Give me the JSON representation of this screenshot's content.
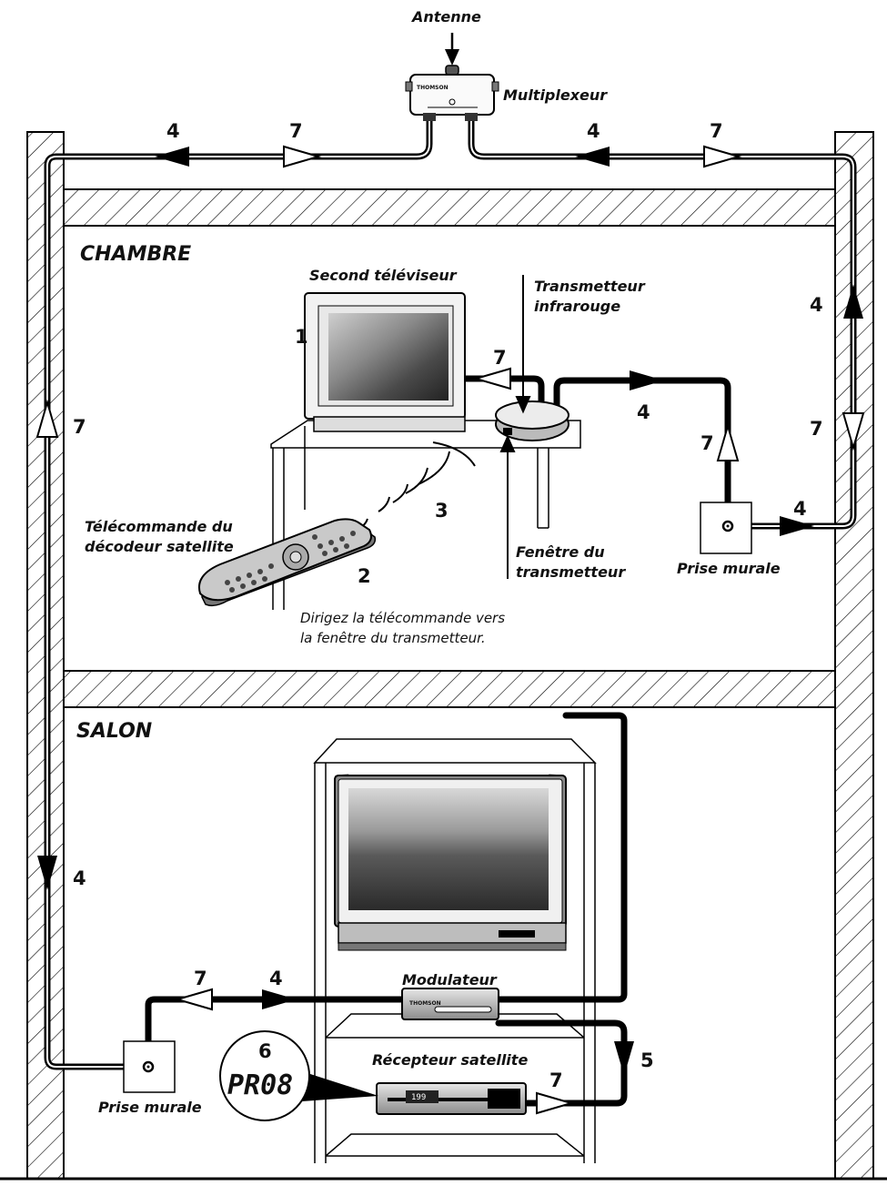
{
  "labels": {
    "antenna": "Antenne",
    "multiplexer": "Multiplexeur",
    "bedroom": "CHAMBRE",
    "living_room": "SALON",
    "second_tv": "Second téléviseur",
    "ir_transmitter_line1": "Transmetteur",
    "ir_transmitter_line2": "infrarouge",
    "remote_line1": "Télécommande du",
    "remote_line2": "décodeur satellite",
    "window_line1": "Fenêtre du",
    "window_line2": "transmetteur",
    "wall_socket_bedroom": "Prise murale",
    "wall_socket_living": "Prise murale",
    "instruction_line1": "Dirigez la télécommande vers",
    "instruction_line2": "la fenêtre du transmetteur.",
    "modulator": "Modulateur",
    "satellite_receiver": "Récepteur satellite"
  },
  "device_text": {
    "multiplexer_brand": "THOMSON",
    "modulator_brand": "THOMSON",
    "display_readout": "PR08",
    "receiver_lcd": "199"
  },
  "numbers": {
    "top_left_4": "4",
    "top_left_7": "7",
    "top_right_4": "4",
    "top_right_7": "7",
    "right_wall_4": "4",
    "right_wall_7": "7",
    "tv_1": "1",
    "remote_2": "2",
    "signal_3": "3",
    "transmitter_7": "7",
    "transmitter_4": "4",
    "socket_riser_7": "7",
    "socket_out_4": "4",
    "left_wall_7": "7",
    "left_wall_4": "4",
    "salon_7": "7",
    "salon_4": "4",
    "receiver_5": "5",
    "display_6": "6",
    "receiver_7": "7"
  }
}
